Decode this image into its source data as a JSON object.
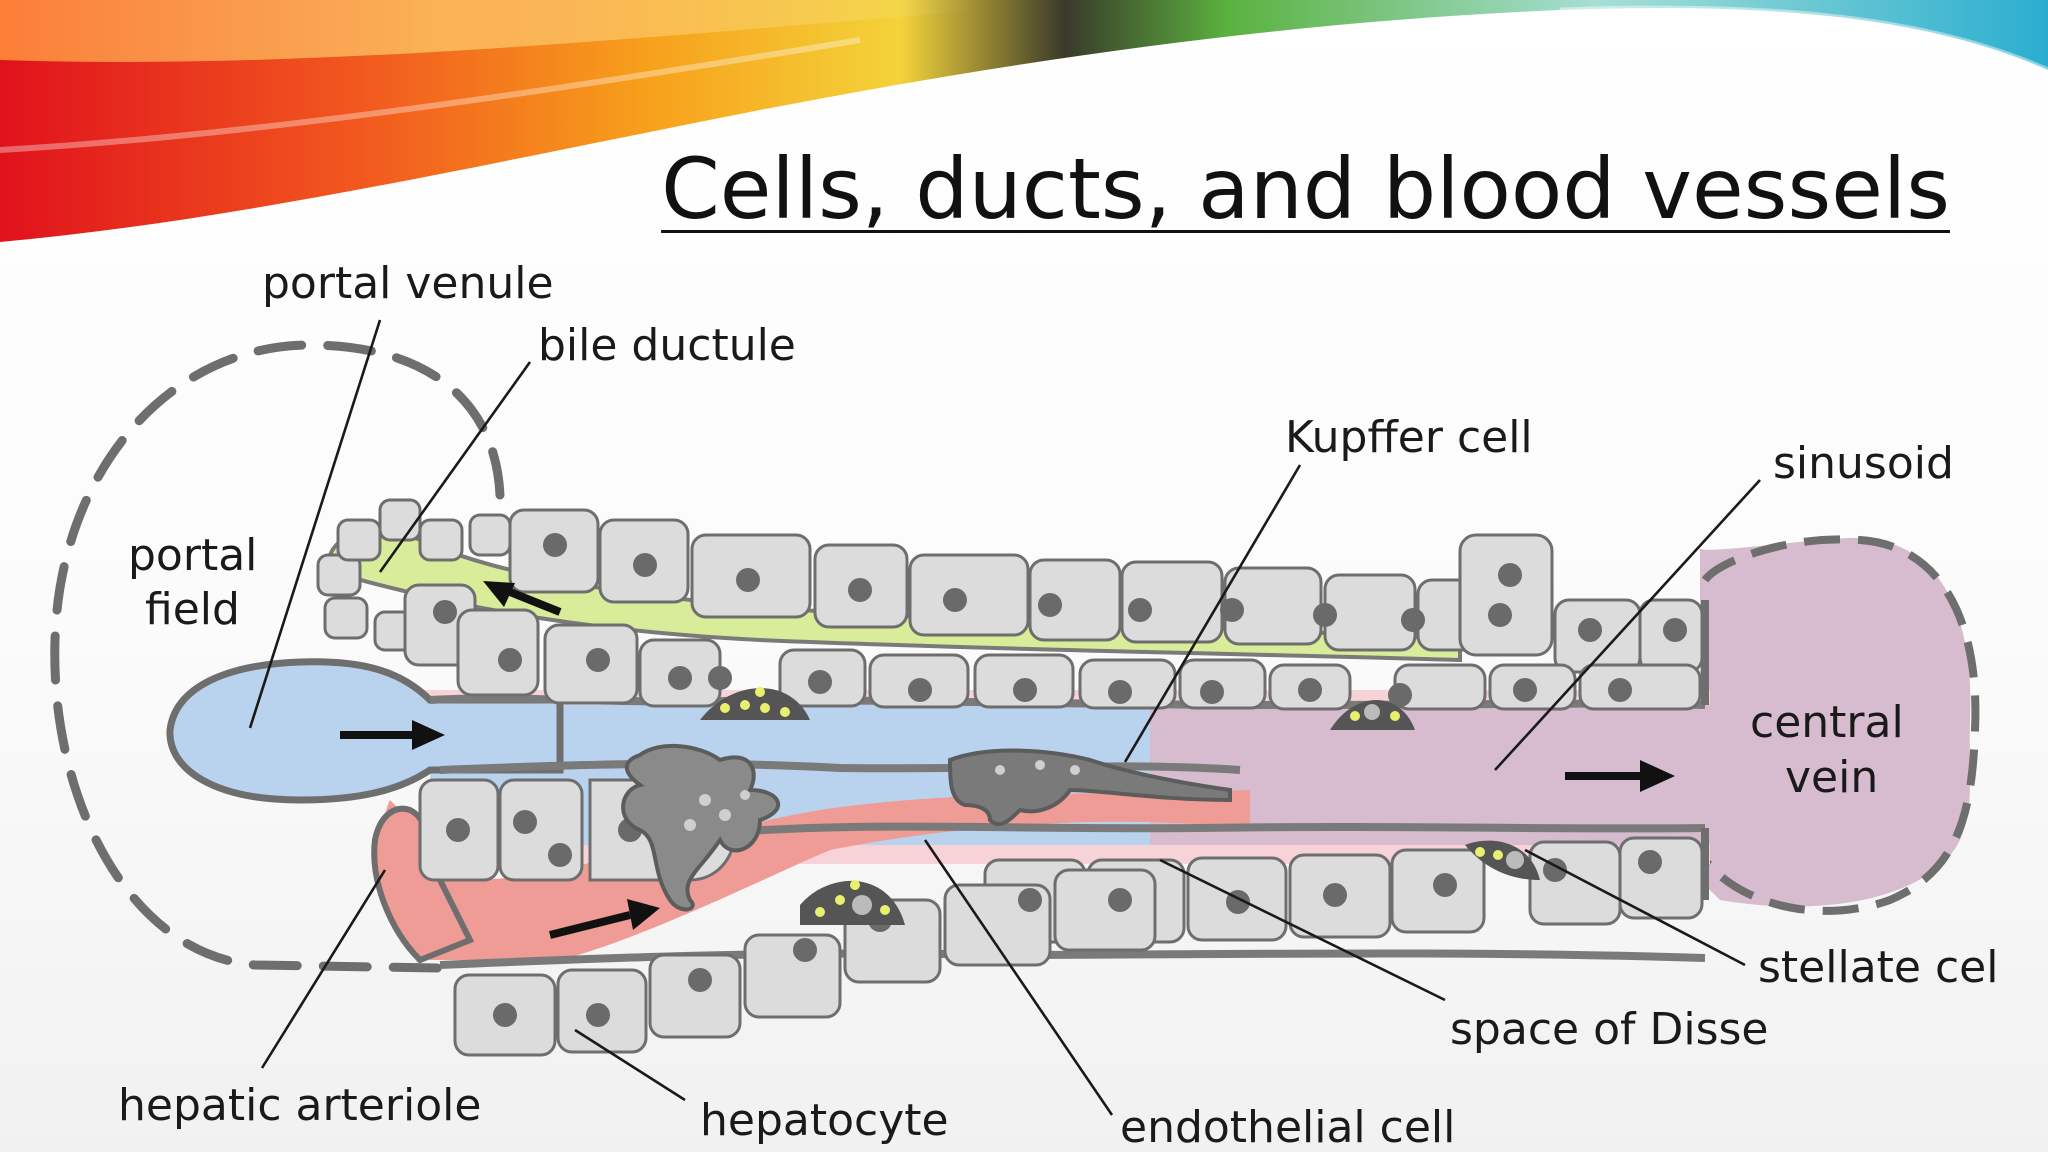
{
  "slide": {
    "title": "Cells, ducts, and blood vessels"
  },
  "diagram": {
    "labels": {
      "portal_venule": "portal venule",
      "bile_ductule": "bile ductule",
      "portal_field_line1": "portal",
      "portal_field_line2": "field",
      "kupffer_cell": "Kupffer cell",
      "sinusoid": "sinusoid",
      "central_vein_line1": "central",
      "central_vein_line2": "vein",
      "stellate_cell": "stellate cel",
      "space_of_disse": "space of Disse",
      "endothelial_cell": "endothelial cell",
      "hepatocyte": "hepatocyte",
      "hepatic_arteriole": "hepatic arteriole"
    },
    "colors": {
      "portal_venule_blood": "#b9d3ee",
      "arteriole_blood": "#ee9c95",
      "central_vein": "#d7bcd0",
      "bile": "#d9ec9a",
      "hepatocyte": "#dcdcdc",
      "endothelium": "#7a7a7a",
      "space_of_disse": "#f7d3d8",
      "stellate_fat": "#e8f070"
    }
  }
}
